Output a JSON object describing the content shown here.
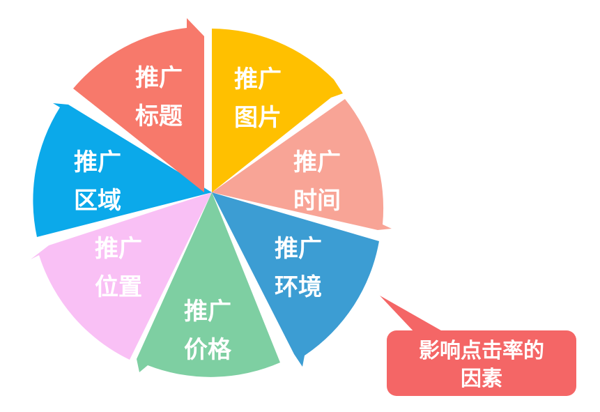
{
  "segments": [
    {
      "line1": "推广",
      "line2": "图片",
      "color": "#FFC000"
    },
    {
      "line1": "推广",
      "line2": "时间",
      "color": "#F8A496"
    },
    {
      "line1": "推广",
      "line2": "环境",
      "color": "#3C9DD3"
    },
    {
      "line1": "推广",
      "line2": "价格",
      "color": "#7ECFA2"
    },
    {
      "line1": "推广",
      "line2": "位置",
      "color": "#F9C0F5"
    },
    {
      "line1": "推广",
      "line2": "区域",
      "color": "#0BA9EA"
    },
    {
      "line1": "推广",
      "line2": "标题",
      "color": "#F7796B"
    }
  ],
  "callout": {
    "line1": "影响点击率的",
    "line2": "因素",
    "color": "#F46666"
  }
}
